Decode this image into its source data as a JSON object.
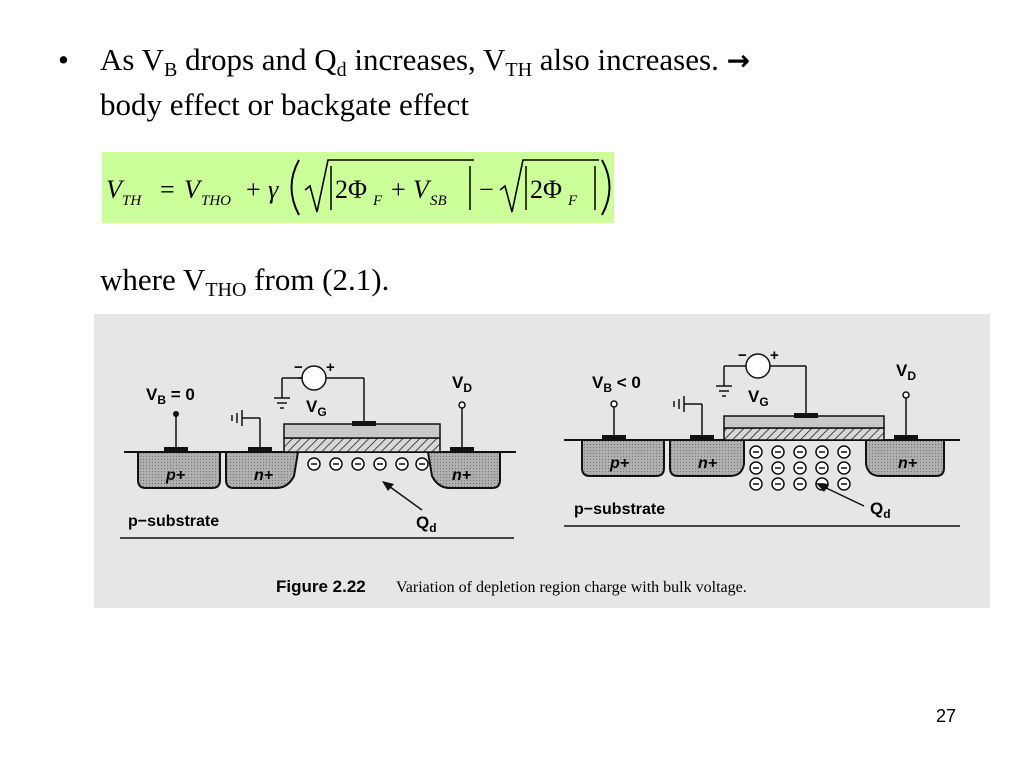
{
  "slide": {
    "bullet": {
      "symbol": "•",
      "t1": "As V",
      "sub_b": "B",
      "t2": " drops and Q",
      "sub_d": "d",
      "t3": " increases, V",
      "sub_th": "TH",
      "t4": " also increases. ",
      "arrow": "→",
      "line2": "body effect or backgate effect"
    },
    "formula": {
      "lhs_v": "V",
      "lhs_sub": "TH",
      "equals": "=",
      "rhs_v": "V",
      "rhs_sub": "THO",
      "plus": "+",
      "gamma": "γ",
      "two_phi_1": "2Φ",
      "sub_f1": "F",
      "plus2": "+",
      "vsb_v": "V",
      "vsb_sub": "SB",
      "minus": "−",
      "two_phi_2": "2Φ",
      "sub_f2": "F",
      "box_color": "#ccff99"
    },
    "where": {
      "t1": "where V",
      "sub": "THO",
      "t2": " from (2.1)."
    },
    "page_number": "27"
  },
  "figure": {
    "left_diagram": {
      "vb_label": "V",
      "vb_sub": "B",
      "vb_value": " = 0",
      "vg_label": "V",
      "vg_sub": "G",
      "vd_label": "V",
      "vd_sub": "D",
      "p_plus": "p+",
      "n_plus_source": "n+",
      "n_plus_drain": "n+",
      "substrate": "p−substrate",
      "qd_label": "Q",
      "qd_sub": "d",
      "minus_sign": "−",
      "plus_sign": "+"
    },
    "right_diagram": {
      "vb_label": "V",
      "vb_sub": "B",
      "vb_value": " < 0",
      "vg_label": "V",
      "vg_sub": "G",
      "vd_label": "V",
      "vd_sub": "D",
      "p_plus": "p+",
      "n_plus_source": "n+",
      "n_plus_drain": "n+",
      "substrate": "p−substrate",
      "qd_label": "Q",
      "qd_sub": "d",
      "minus_sign": "−",
      "plus_sign": "+"
    },
    "caption": {
      "number": "Figure 2.22",
      "text": "Variation of depletion region charge with bulk voltage."
    },
    "colors": {
      "background": "#e6e6e6",
      "diffusion": "#b4b4b4",
      "gate": "#c8c8c8",
      "line": "#111111"
    }
  }
}
